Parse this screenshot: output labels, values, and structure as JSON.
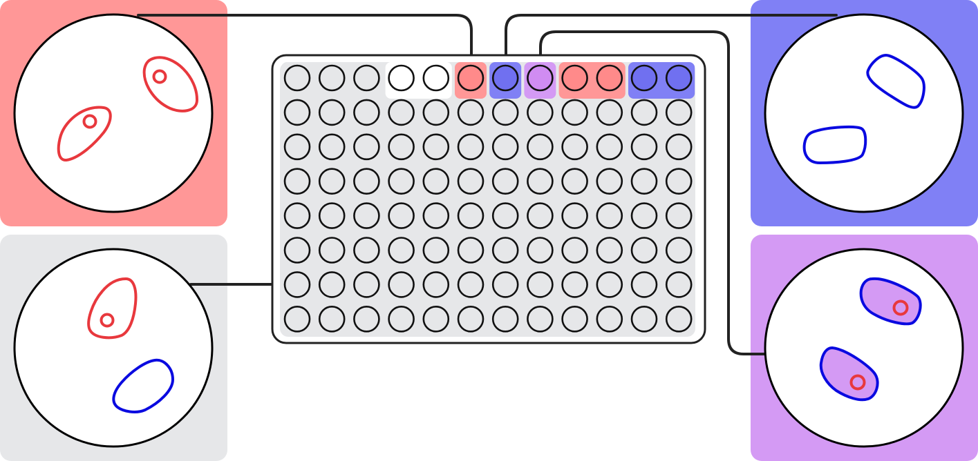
{
  "colors": {
    "red_panel": "#ff9797",
    "blue_panel": "#8080f5",
    "purple_panel": "#d49af4",
    "gray_panel": "#e6e7e9",
    "red_stroke": "#e8383d",
    "blue_stroke": "#0a0ae0",
    "line": "#222222",
    "well_stroke": "#111111"
  },
  "plate": {
    "rows": 8,
    "cols": 12,
    "top_row_highlights": [
      {
        "cols": [
          0,
          1,
          2
        ],
        "color": "gray"
      },
      {
        "cols": [
          3,
          4
        ],
        "color": "white"
      },
      {
        "cols": [
          5
        ],
        "color": "red"
      },
      {
        "cols": [
          6
        ],
        "color": "blue"
      },
      {
        "cols": [
          7
        ],
        "color": "purple"
      },
      {
        "cols": [
          8,
          9
        ],
        "color": "red"
      },
      {
        "cols": [
          10,
          11
        ],
        "color": "blue"
      }
    ]
  },
  "dishes": [
    {
      "id": "red-dish",
      "panel_color": "red",
      "cells": [
        "red-nucleated",
        "red-nucleated"
      ],
      "linked_well": "A6"
    },
    {
      "id": "blue-dish",
      "panel_color": "blue",
      "cells": [
        "blue",
        "blue"
      ],
      "linked_well": "A7"
    },
    {
      "id": "gray-dish",
      "panel_color": "gray",
      "cells": [
        "red-nucleated",
        "blue"
      ],
      "linked_well": "G1"
    },
    {
      "id": "purple-dish",
      "panel_color": "purple",
      "cells": [
        "fused",
        "fused"
      ],
      "linked_well": "A8"
    }
  ],
  "icons": [
    "red-cell-icon",
    "blue-cell-icon",
    "fused-cell-icon"
  ]
}
